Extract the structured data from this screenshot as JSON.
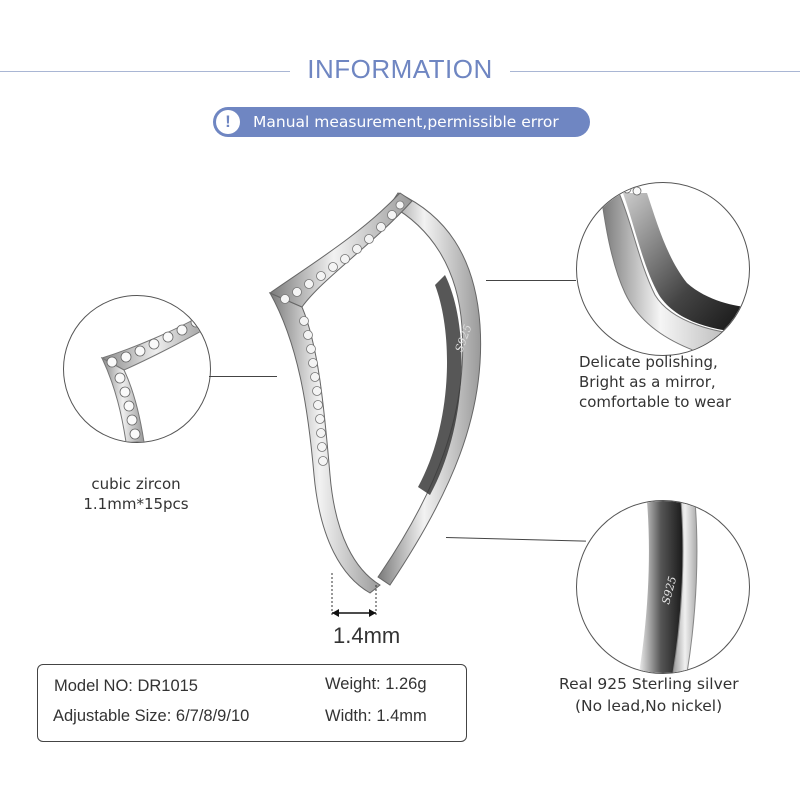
{
  "header": {
    "title": "INFORMATION",
    "notice_icon": "!",
    "notice_text": "Manual measurement,permissible error"
  },
  "features": {
    "zircon": {
      "line1": "cubic zircon",
      "line2": "1.1mm*15pcs"
    },
    "polish": {
      "line1": "Delicate polishing,",
      "line2": "Bright as a mirror,",
      "line3": "comfortable to wear"
    },
    "silver": {
      "line1": "Real 925 Sterling silver",
      "line2": "(No lead,No nickel)"
    }
  },
  "ring": {
    "stamp": "S925",
    "width_label": "1.4mm"
  },
  "specs": {
    "model": "Model NO: DR1015",
    "size": "Adjustable Size: 6/7/8/9/10",
    "weight": "Weight: 1.26g",
    "width": "Width: 1.4mm"
  },
  "colors": {
    "accent": "#6f86c2",
    "line": "#a9b6d4",
    "text": "#333333"
  }
}
